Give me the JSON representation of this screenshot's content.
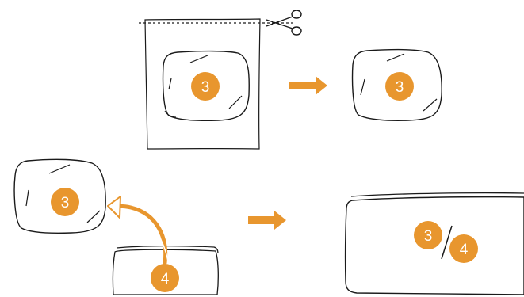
{
  "colors": {
    "accent": "#E8962E",
    "ink": "#1a1a1a",
    "paper": "#ffffff"
  },
  "icons": {
    "cut": "scissors-icon",
    "flow": "arrow-right-icon",
    "move": "curved-arrow-icon"
  },
  "badges": {
    "step1": "3",
    "step2": "3",
    "step3_label": "3",
    "step3_card": "4",
    "step4_top": "3",
    "step4_bottom": "4"
  }
}
